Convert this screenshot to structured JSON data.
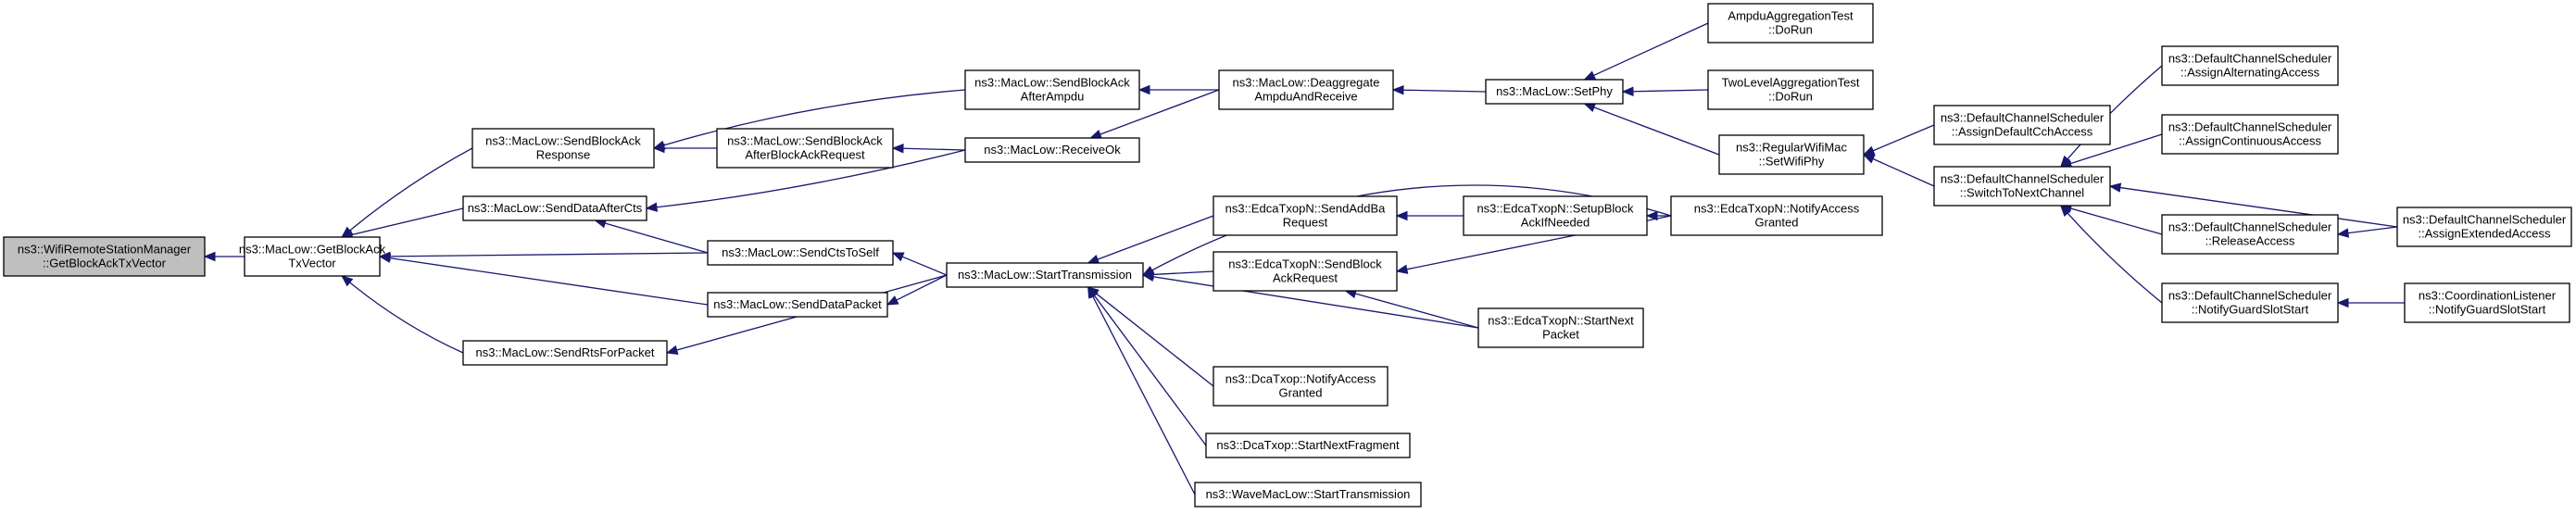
{
  "graph": {
    "colors": {
      "edge": "#191970",
      "node_border": "#000000",
      "root_fill": "#bfbfbf",
      "node_fill": "#ffffff"
    },
    "nodes": [
      {
        "id": "root",
        "lines": [
          "ns3::WifiRemoteStationManager",
          "::GetBlockAckTxVector"
        ],
        "root": true
      },
      {
        "id": "getblockacktxvector",
        "lines": [
          "ns3::MacLow::GetBlockAck",
          "TxVector"
        ]
      },
      {
        "id": "sendblockackresponse",
        "lines": [
          "ns3::MacLow::SendBlockAck",
          "Response"
        ]
      },
      {
        "id": "senddataafterects",
        "lines": [
          "ns3::MacLow::SendDataAfterCts"
        ]
      },
      {
        "id": "senddatapacket",
        "lines": [
          "ns3::MacLow::SendDataPacket"
        ]
      },
      {
        "id": "sendrtsforpacket",
        "lines": [
          "ns3::MacLow::SendRtsForPacket"
        ]
      },
      {
        "id": "sendblockackafterampdu",
        "lines": [
          "ns3::MacLow::SendBlockAck",
          "AfterAmpdu"
        ]
      },
      {
        "id": "sendblockackafterbar",
        "lines": [
          "ns3::MacLow::SendBlockAck",
          "AfterBlockAckRequest"
        ]
      },
      {
        "id": "sendctstoself",
        "lines": [
          "ns3::MacLow::SendCtsToSelf"
        ]
      },
      {
        "id": "receiveok",
        "lines": [
          "ns3::MacLow::ReceiveOk"
        ]
      },
      {
        "id": "deaggregate",
        "lines": [
          "ns3::MacLow::Deaggregate",
          "AmpduAndReceive"
        ]
      },
      {
        "id": "starttransmission",
        "lines": [
          "ns3::MacLow::StartTransmission"
        ]
      },
      {
        "id": "setphy",
        "lines": [
          "ns3::MacLow::SetPhy"
        ]
      },
      {
        "id": "ampduaggregationtest",
        "lines": [
          "AmpduAggregationTest",
          "::DoRun"
        ]
      },
      {
        "id": "twolevelaggregationtest",
        "lines": [
          "TwoLevelAggregationTest",
          "::DoRun"
        ]
      },
      {
        "id": "regularwifimac",
        "lines": [
          "ns3::RegularWifiMac",
          "::SetWifiPhy"
        ]
      },
      {
        "id": "sendaddbarequest",
        "lines": [
          "ns3::EdcaTxopN::SendAddBa",
          "Request"
        ]
      },
      {
        "id": "sendblockackrequest",
        "lines": [
          "ns3::EdcaTxopN::SendBlock",
          "AckRequest"
        ]
      },
      {
        "id": "dcanotifyaccessgranted",
        "lines": [
          "ns3::DcaTxop::NotifyAccess",
          "Granted"
        ]
      },
      {
        "id": "dcastartnextfragment",
        "lines": [
          "ns3::DcaTxop::StartNextFragment"
        ]
      },
      {
        "id": "wavemaclowstarttransmission",
        "lines": [
          "ns3::WaveMacLow::StartTransmission"
        ]
      },
      {
        "id": "setupblockackifneeded",
        "lines": [
          "ns3::EdcaTxopN::SetupBlock",
          "AckIfNeeded"
        ]
      },
      {
        "id": "edcanotifyaccessgranted",
        "lines": [
          "ns3::EdcaTxopN::NotifyAccess",
          "Granted"
        ]
      },
      {
        "id": "edcastartnextpacket",
        "lines": [
          "ns3::EdcaTxopN::StartNext",
          "Packet"
        ]
      },
      {
        "id": "assigndefaultcchaccess",
        "lines": [
          "ns3::DefaultChannelScheduler",
          "::AssignDefaultCchAccess"
        ]
      },
      {
        "id": "switchtonextchannel",
        "lines": [
          "ns3::DefaultChannelScheduler",
          "::SwitchToNextChannel"
        ]
      },
      {
        "id": "assignalternatingaccess",
        "lines": [
          "ns3::DefaultChannelScheduler",
          "::AssignAlternatingAccess"
        ]
      },
      {
        "id": "assigncontinuousaccess",
        "lines": [
          "ns3::DefaultChannelScheduler",
          "::AssignContinuousAccess"
        ]
      },
      {
        "id": "releaseaccess",
        "lines": [
          "ns3::DefaultChannelScheduler",
          "::ReleaseAccess"
        ]
      },
      {
        "id": "notifyguardslotstart",
        "lines": [
          "ns3::DefaultChannelScheduler",
          "::NotifyGuardSlotStart"
        ]
      },
      {
        "id": "assignextendedaccess",
        "lines": [
          "ns3::DefaultChannelScheduler",
          "::AssignExtendedAccess"
        ]
      },
      {
        "id": "coordinationlistener",
        "lines": [
          "ns3::CoordinationListener",
          "::NotifyGuardSlotStart"
        ]
      }
    ],
    "edges": [
      {
        "from": "getblockacktxvector",
        "to": "root"
      },
      {
        "from": "sendblockackresponse",
        "to": "getblockacktxvector"
      },
      {
        "from": "senddataafterects",
        "to": "getblockacktxvector"
      },
      {
        "from": "sendctstoself",
        "to": "getblockacktxvector"
      },
      {
        "from": "senddatapacket",
        "to": "getblockacktxvector"
      },
      {
        "from": "sendrtsforpacket",
        "to": "getblockacktxvector"
      },
      {
        "from": "sendblockackafterampdu",
        "to": "sendblockackresponse"
      },
      {
        "from": "sendblockackafterbar",
        "to": "sendblockackresponse"
      },
      {
        "from": "receiveok",
        "to": "senddataafterects"
      },
      {
        "from": "sendctstoself",
        "to": "senddataafterects"
      },
      {
        "from": "starttransmission",
        "to": "senddatapacket"
      },
      {
        "from": "starttransmission",
        "to": "sendrtsforpacket"
      },
      {
        "from": "starttransmission",
        "to": "sendctstoself"
      },
      {
        "from": "deaggregate",
        "to": "sendblockackafterampdu"
      },
      {
        "from": "receiveok",
        "to": "sendblockackafterbar"
      },
      {
        "from": "deaggregate",
        "to": "receiveok"
      },
      {
        "from": "setphy",
        "to": "deaggregate"
      },
      {
        "from": "ampduaggregationtest",
        "to": "setphy"
      },
      {
        "from": "twolevelaggregationtest",
        "to": "setphy"
      },
      {
        "from": "regularwifimac",
        "to": "setphy"
      },
      {
        "from": "assigndefaultcchaccess",
        "to": "regularwifimac"
      },
      {
        "from": "switchtonextchannel",
        "to": "regularwifimac"
      },
      {
        "from": "sendaddbarequest",
        "to": "starttransmission"
      },
      {
        "from": "sendblockackrequest",
        "to": "starttransmission"
      },
      {
        "from": "edcanotifyaccessgranted",
        "to": "starttransmission"
      },
      {
        "from": "edcastartnextpacket",
        "to": "starttransmission"
      },
      {
        "from": "dcanotifyaccessgranted",
        "to": "starttransmission"
      },
      {
        "from": "dcastartnextfragment",
        "to": "starttransmission"
      },
      {
        "from": "wavemaclowstarttransmission",
        "to": "starttransmission"
      },
      {
        "from": "setupblockackifneeded",
        "to": "sendaddbarequest"
      },
      {
        "from": "edcanotifyaccessgranted",
        "to": "setupblockackifneeded"
      },
      {
        "from": "edcanotifyaccessgranted",
        "to": "sendblockackrequest"
      },
      {
        "from": "edcastartnextpacket",
        "to": "sendblockackrequest"
      },
      {
        "from": "assignalternatingaccess",
        "to": "switchtonextchannel"
      },
      {
        "from": "assigncontinuousaccess",
        "to": "switchtonextchannel"
      },
      {
        "from": "assignextendedaccess",
        "to": "switchtonextchannel"
      },
      {
        "from": "releaseaccess",
        "to": "switchtonextchannel"
      },
      {
        "from": "notifyguardslotstart",
        "to": "switchtonextchannel"
      },
      {
        "from": "assignextendedaccess",
        "to": "releaseaccess"
      },
      {
        "from": "coordinationlistener",
        "to": "notifyguardslotstart"
      }
    ]
  }
}
